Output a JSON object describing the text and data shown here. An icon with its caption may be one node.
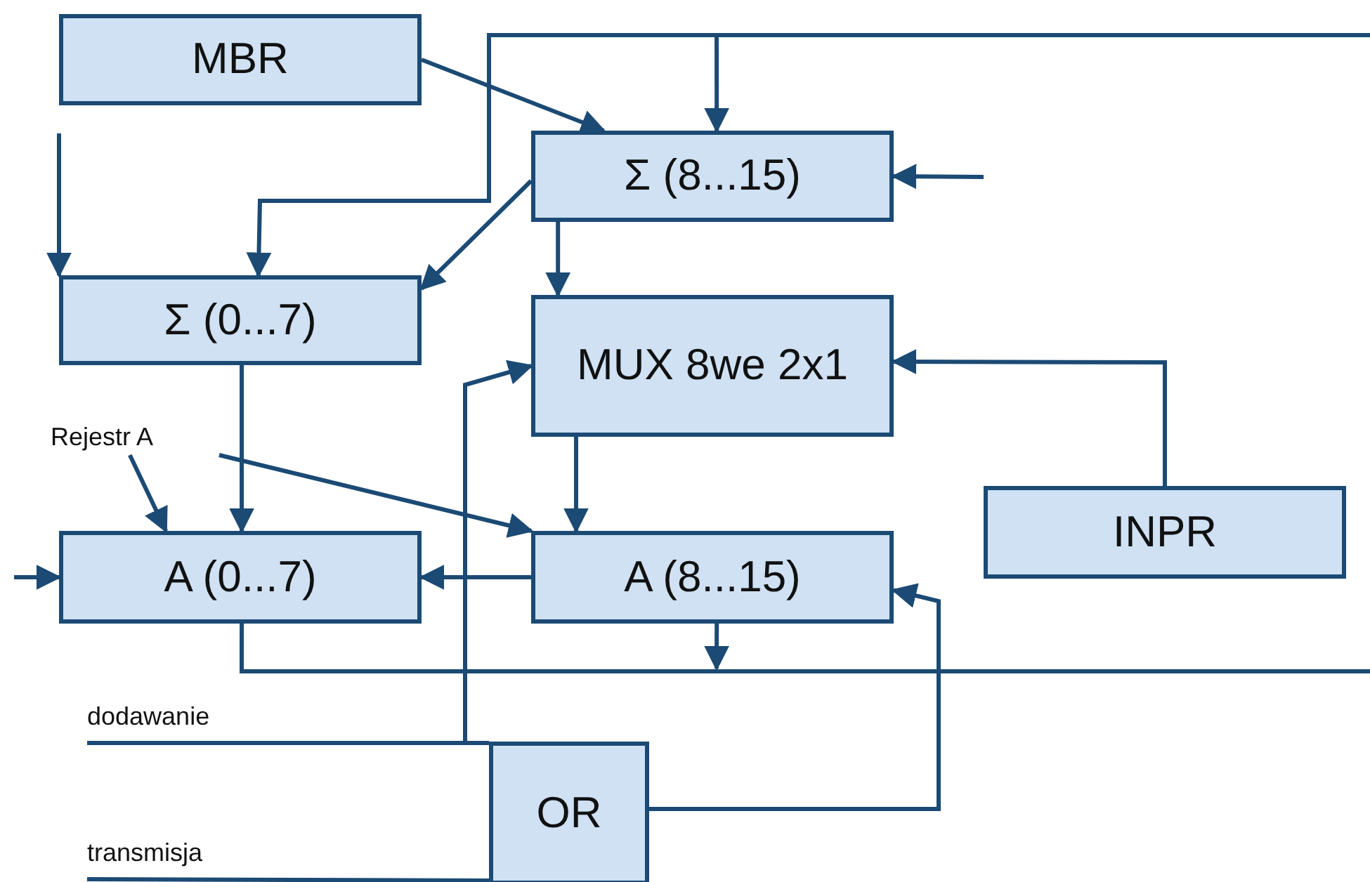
{
  "diagram": {
    "nodes": [
      {
        "text": [
          "MBR"
        ]
      },
      {
        "text": [
          "Σ (8...15)"
        ]
      },
      {
        "text": [
          "Σ (0...7)"
        ]
      },
      {
        "text": [
          "MUX 8we 2x1"
        ]
      },
      {
        "text": [
          "INPR"
        ]
      },
      {
        "text": [
          "A (0...7)"
        ]
      },
      {
        "text": [
          "A (8...15)"
        ]
      },
      {
        "text": [
          "OR"
        ]
      },
      {
        "text": [
          "Rejestr A"
        ]
      },
      {
        "text": [
          "dodawanie"
        ]
      },
      {
        "text": [
          "transmisja"
        ]
      }
    ],
    "edges": [
      {
        "from": 0,
        "to": 1,
        "arrow": "to"
      },
      {
        "from": null,
        "to": 2,
        "arrow": "to"
      },
      {
        "from": null,
        "to": 1,
        "arrow": "to"
      },
      {
        "from": null,
        "to": 1,
        "arrow": "to"
      },
      {
        "from": null,
        "to": 2,
        "arrow": "to"
      },
      {
        "from": 1,
        "to": 2,
        "arrow": "to"
      },
      {
        "from": 1,
        "to": 3,
        "arrow": "to"
      },
      {
        "from": 2,
        "to": 5,
        "arrow": "to"
      },
      {
        "from": 4,
        "to": 3,
        "arrow": "to"
      },
      {
        "from": 3,
        "to": 6,
        "arrow": "to"
      },
      {
        "from": 8,
        "to": 5,
        "arrow": "to"
      },
      {
        "from": 8,
        "to": 6,
        "arrow": "to"
      },
      {
        "from": 6,
        "to": 5,
        "arrow": "to"
      },
      {
        "from": null,
        "to": 5,
        "arrow": "to"
      },
      {
        "from": 5,
        "to": null,
        "arrow": "none"
      },
      {
        "from": 6,
        "to": null,
        "arrow": "to"
      },
      {
        "from": 7,
        "to": 6,
        "arrow": "to"
      },
      {
        "from": 9,
        "to": 7,
        "arrow": "none"
      },
      {
        "from": 9,
        "to": 3,
        "arrow": "to"
      },
      {
        "from": 10,
        "to": 7,
        "arrow": "none"
      }
    ]
  }
}
